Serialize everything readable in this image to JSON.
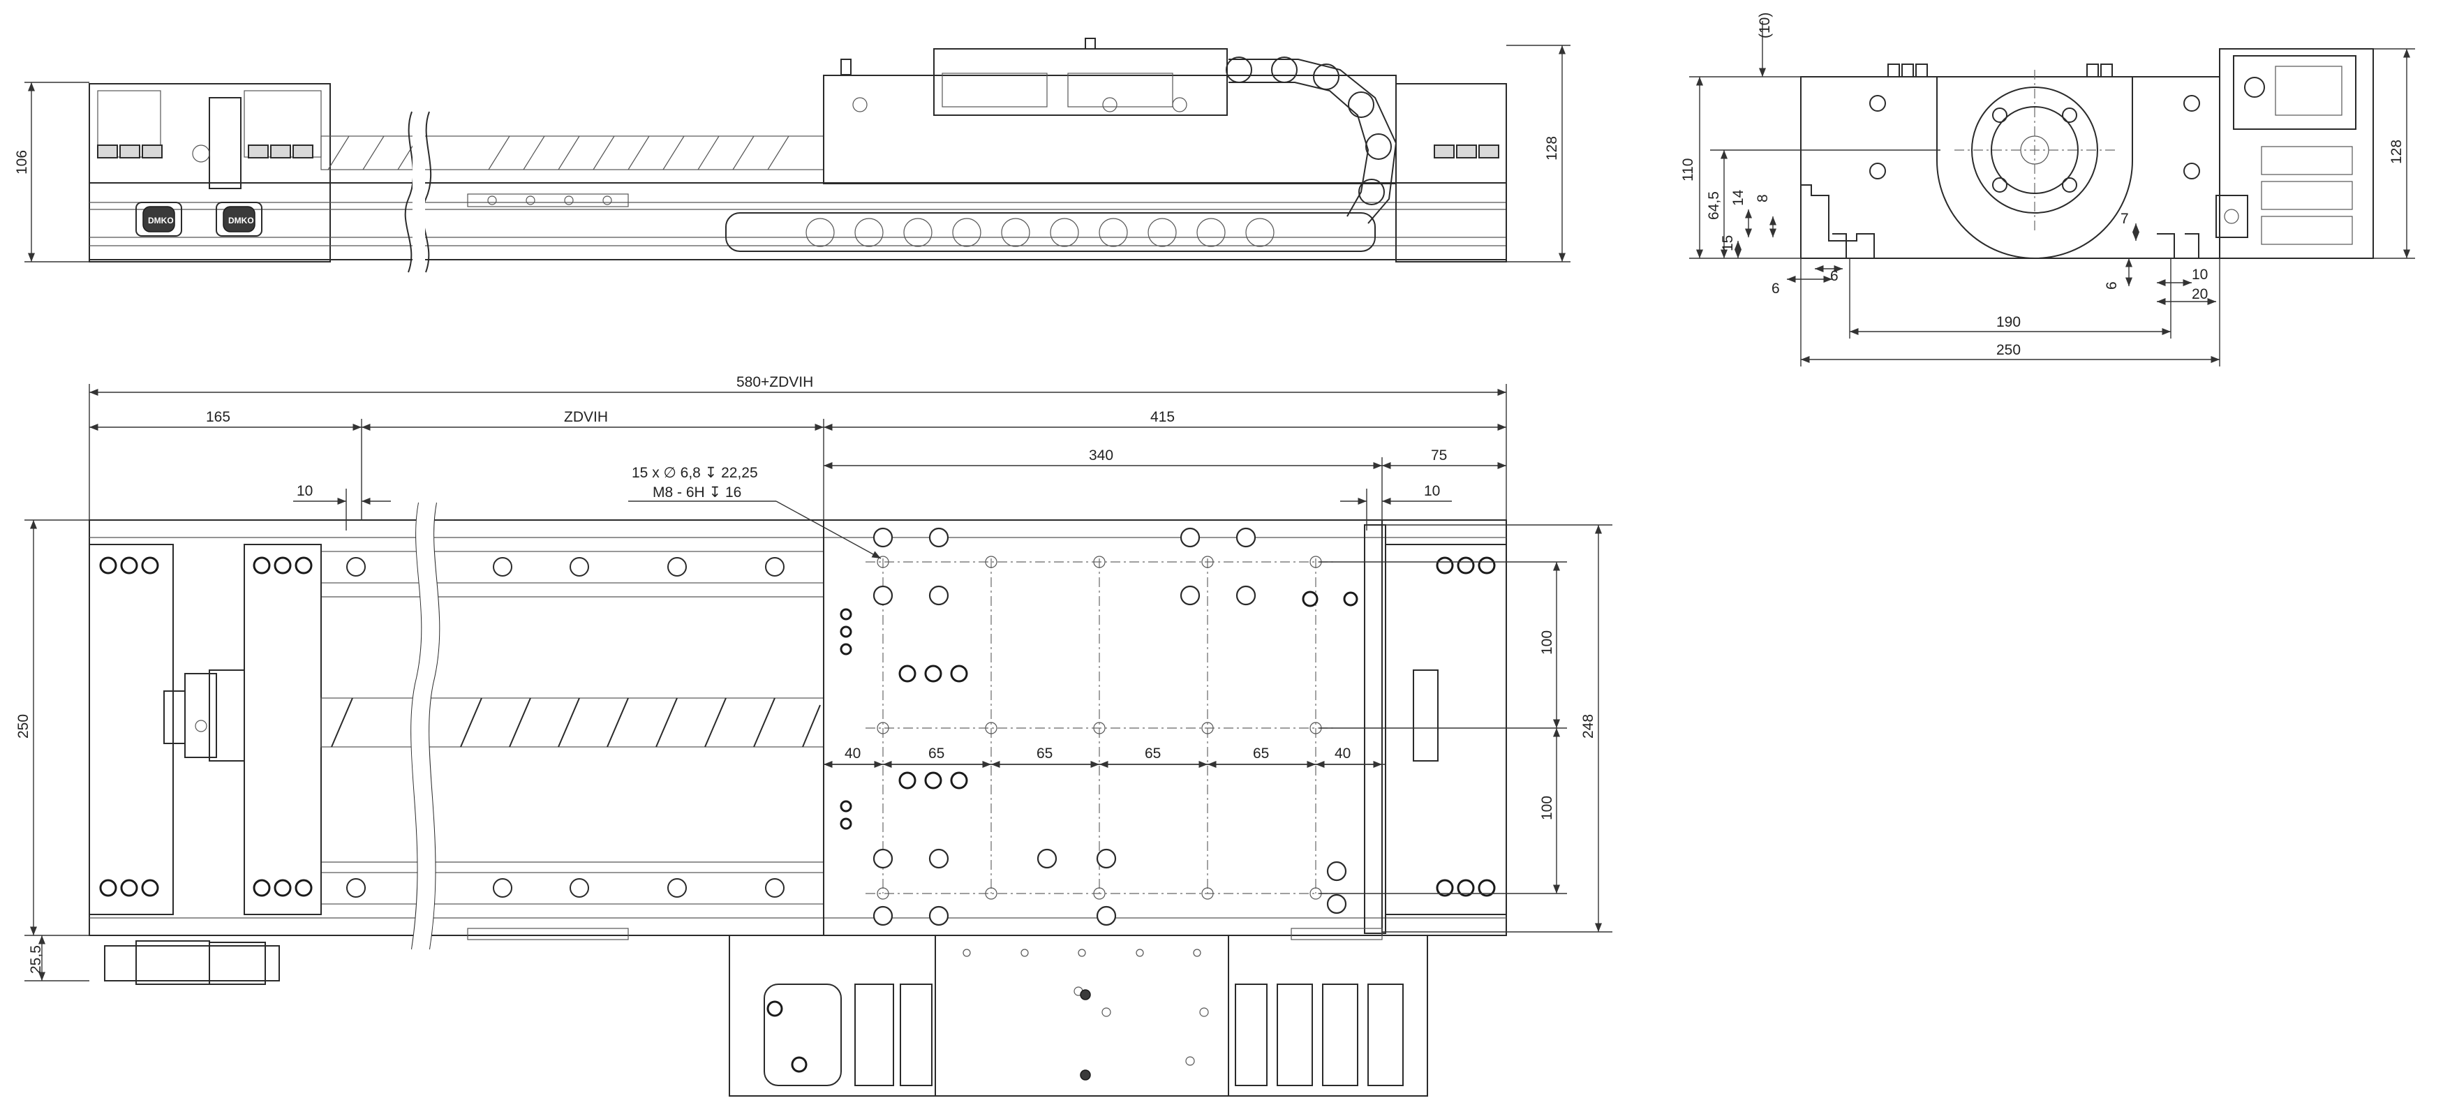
{
  "drawing": {
    "top_view_dims": {
      "height_106": "106",
      "height_128": "128"
    },
    "end_view_dims": {
      "gap_10": "(10)",
      "height_110": "110",
      "height_64_5": "64,5",
      "slot_14": "14",
      "slot_8": "8",
      "slot_15": "15",
      "slot_6_left": "6",
      "slot_6_bottom": "6",
      "slot_7": "7",
      "slot_6_right": "6",
      "slot_10": "10",
      "slot_20": "20",
      "width_190": "190",
      "width_250": "250",
      "height_128": "128"
    },
    "plan_view_dims": {
      "total_length": "580+ZDVIH",
      "left_end": "165",
      "stroke": "ZDVIH",
      "carriage_zone": "415",
      "carriage_plate": "340",
      "right_end": "75",
      "offset_left_10": "10",
      "offset_right_10": "10",
      "hole_note_line1": "15 x ∅ 6,8 ↧ 22,25",
      "hole_note_line2": "M8 - 6H ↧ 16",
      "width_250": "250",
      "width_248": "248",
      "pitch_100_top": "100",
      "pitch_100_bottom": "100",
      "pitch_40_left": "40",
      "pitch_65_1": "65",
      "pitch_65_2": "65",
      "pitch_65_3": "65",
      "pitch_65_4": "65",
      "pitch_40_right": "40",
      "offset_25_5": "25,5"
    },
    "labels": {
      "logo_text": "DMKO"
    }
  }
}
